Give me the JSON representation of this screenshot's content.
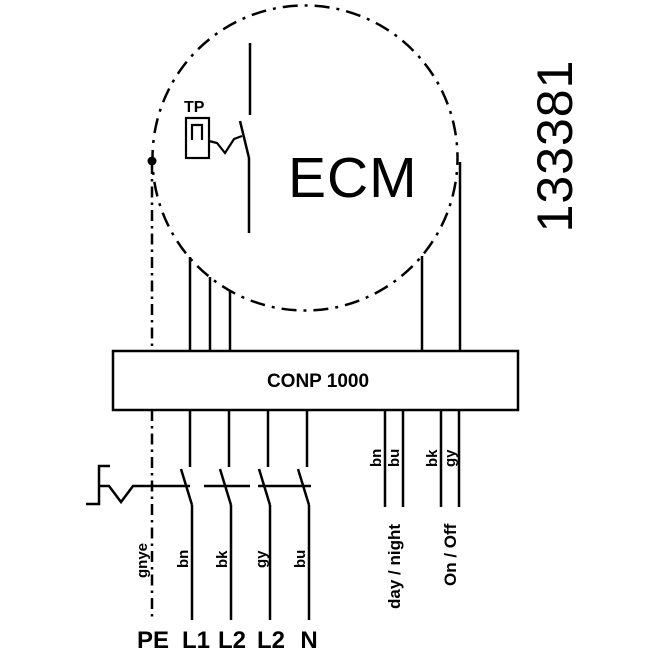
{
  "diagram": {
    "part_number": "133381",
    "motor": {
      "label": "ECM",
      "thermal_protector_label": "TP"
    },
    "controller": {
      "label": "CONP 1000"
    },
    "terminals": [
      "PE",
      "L1",
      "L2",
      "L2",
      "N"
    ],
    "supply_wire_colors": [
      "gnye",
      "bn",
      "bk",
      "gy",
      "bu"
    ],
    "control_wire_colors": [
      "bn",
      "bu",
      "bk",
      "gy"
    ],
    "control_functions": [
      "day / night",
      "On / Off"
    ],
    "colors": {
      "line": "#000000",
      "background": "#ffffff"
    }
  }
}
